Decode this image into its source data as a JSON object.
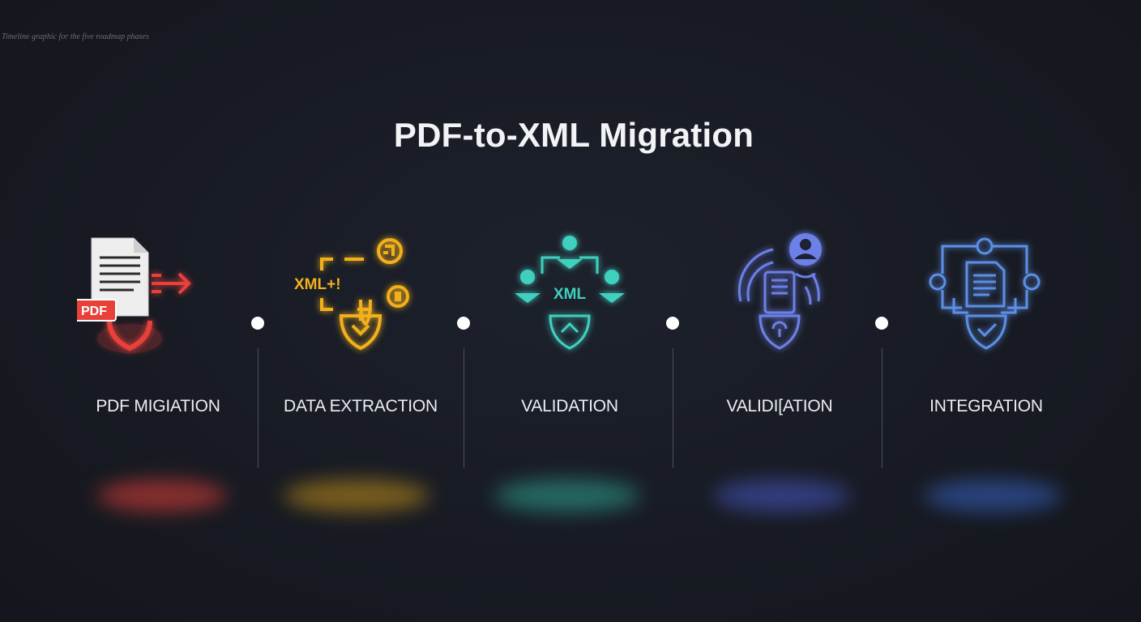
{
  "caption": "Timeline graphic for the five roadmap phases",
  "title": "PDF-to-XML Migration",
  "colors": {
    "background": "#181b24",
    "red": "#e8413a",
    "yellow": "#f2b01e",
    "teal": "#3fd0c0",
    "indigo": "#6c80e8",
    "blue": "#5b8fe6",
    "node": "#ffffff"
  },
  "phases": [
    {
      "label": "PDF MIGIATION",
      "icon": "pdf-document-icon",
      "badge": "PDF",
      "color": "#e8413a"
    },
    {
      "label": "DATA EXTRACTION",
      "icon": "xml-extraction-icon",
      "badge": "XML+!",
      "color": "#f2b01e"
    },
    {
      "label": "VALIDATION",
      "icon": "xml-validation-network-icon",
      "badge": "XML",
      "color": "#3fd0c0"
    },
    {
      "label": "VALIDI[ATION",
      "icon": "user-scan-icon",
      "color": "#6c80e8"
    },
    {
      "label": "INTEGRATION",
      "icon": "integration-hub-icon",
      "color": "#5b8fe6"
    }
  ]
}
